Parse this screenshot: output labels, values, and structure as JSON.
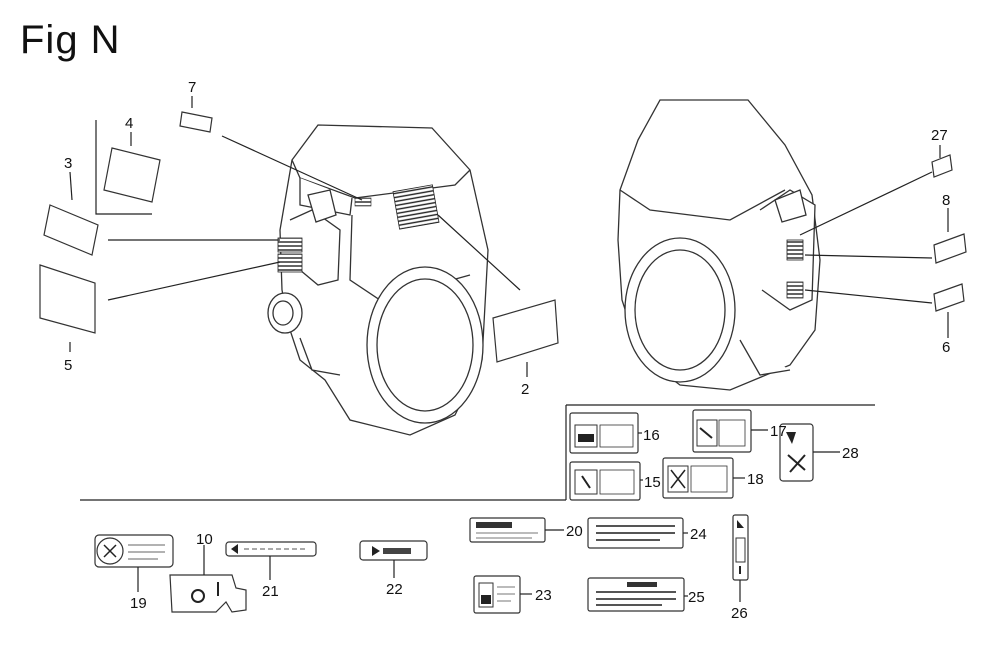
{
  "figure": {
    "title": "Fig N"
  },
  "callouts": {
    "c2": "2",
    "c3": "3",
    "c4": "4",
    "c5": "5",
    "c6": "6",
    "c7": "7",
    "c8": "8",
    "c10": "10",
    "c15": "15",
    "c16": "16",
    "c17": "17",
    "c18": "18",
    "c19": "19",
    "c20": "20",
    "c21": "21",
    "c22": "22",
    "c23": "23",
    "c24": "24",
    "c25": "25",
    "c26": "26",
    "c27": "27",
    "c28": "28"
  }
}
